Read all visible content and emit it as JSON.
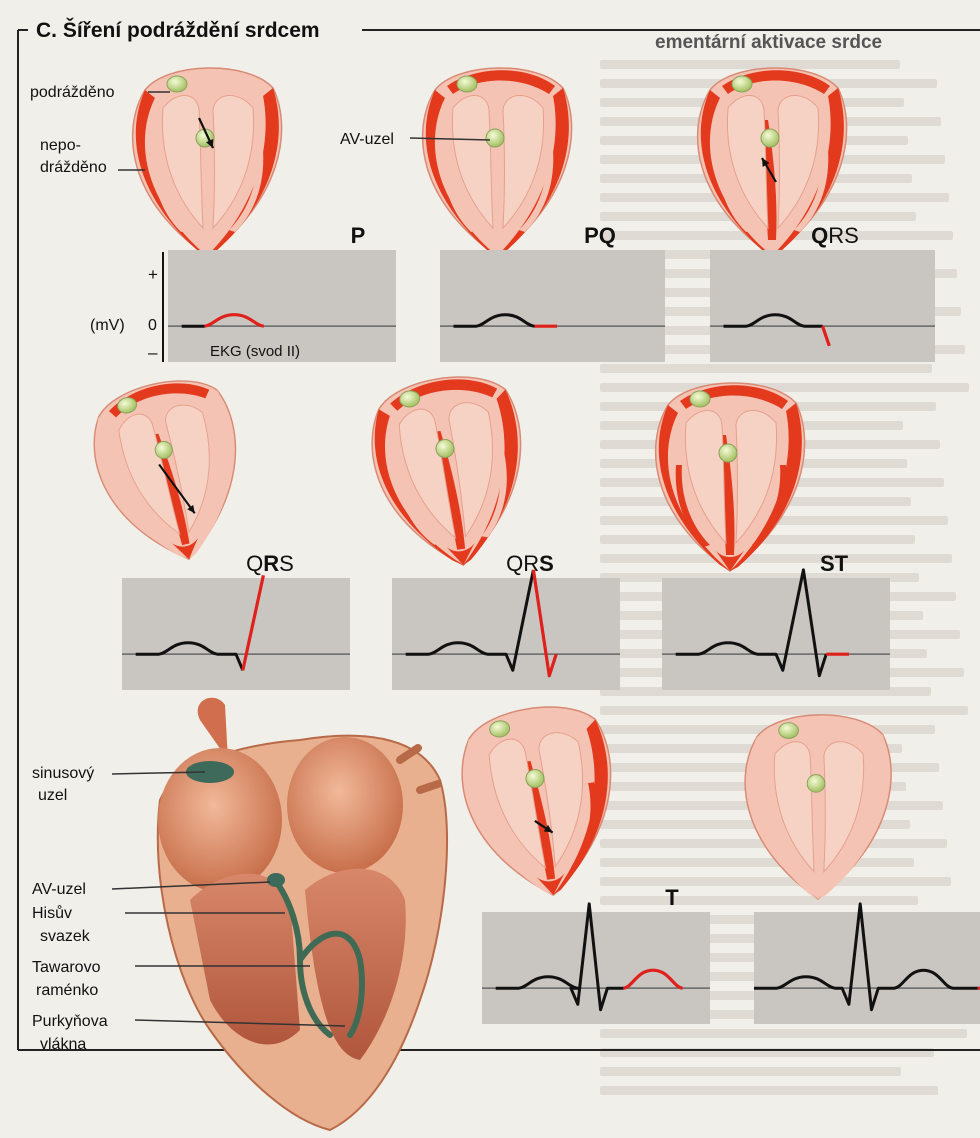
{
  "header": {
    "title": "C. Šíření podráždění srdcem",
    "clipped_heading": "ementární aktivace srdce"
  },
  "labels": {
    "stimulated": "podrážděno",
    "unstimulated_1": "nepo-",
    "unstimulated_2": "drážděno",
    "av_node": "AV-uzel",
    "sinus_node_1": "sinusový",
    "sinus_node_2": "uzel",
    "av_node_2": "AV-uzel",
    "bundle_1": "Hisův",
    "bundle_2": "svazek",
    "branch_1": "Tawarovo",
    "branch_2": "raménko",
    "purkinje_1": "Purkyňova",
    "purkinje_2": "vlákna"
  },
  "axis": {
    "plus": "+",
    "unit": "(mV)",
    "zero": "0",
    "minus": "–",
    "ekg_caption": "EKG (svod II)"
  },
  "phases": [
    {
      "pre": "",
      "bold": "P",
      "post": ""
    },
    {
      "pre": "",
      "bold": "PQ",
      "post": ""
    },
    {
      "pre": "",
      "bold": "Q",
      "post": "RS"
    },
    {
      "pre": "Q",
      "bold": "R",
      "post": "S"
    },
    {
      "pre": "QR",
      "bold": "S",
      "post": ""
    },
    {
      "pre": "",
      "bold": "ST",
      "post": ""
    },
    {
      "pre": "",
      "bold": "T",
      "post": ""
    }
  ],
  "colors": {
    "excited": "#e33a1e",
    "resting": "#f4c3b3",
    "node": "#c9dd8e",
    "panel": "#c9c6c1",
    "trace": "#111111",
    "trace_active": "#e0201a"
  }
}
